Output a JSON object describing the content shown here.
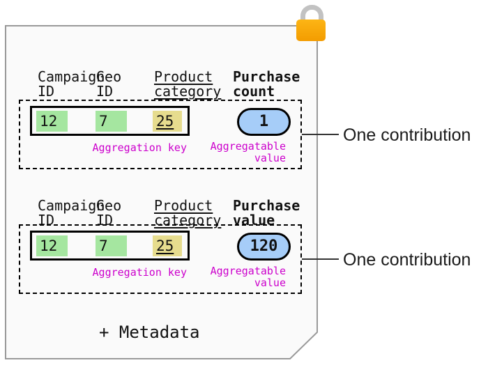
{
  "colors": {
    "key_green": "#a5e6a0",
    "key_yellow": "#e6dc8e",
    "value_blue": "#a6cdf8",
    "label_magenta": "#cc00cc",
    "lock_orange_top": "#fdb515",
    "lock_orange_bottom": "#f39c00",
    "lock_shackle_gray": "#c2c2c2",
    "card_bg": "#fafafa",
    "card_border": "#999999"
  },
  "sections": [
    {
      "column_headers": {
        "campaign": "Campaign\nID",
        "geo": "Geo\nID",
        "product": "Product\ncategory",
        "metric": "Purchase\ncount"
      },
      "key_cells": [
        {
          "value": "12"
        },
        {
          "value": "7"
        },
        {
          "value": "25"
        }
      ],
      "aggregation_key_label": "Aggregation key",
      "aggregatable_value_label": "Aggregatable\nvalue",
      "aggregatable_value": "1",
      "annotation": "One contribution"
    },
    {
      "column_headers": {
        "campaign": "Campaign\nID",
        "geo": "Geo\nID",
        "product": "Product\ncategory",
        "metric": "Purchase\nvalue"
      },
      "key_cells": [
        {
          "value": "12"
        },
        {
          "value": "7"
        },
        {
          "value": "25"
        }
      ],
      "aggregation_key_label": "Aggregation key",
      "aggregatable_value_label": "Aggregatable\nvalue",
      "aggregatable_value": "120",
      "annotation": "One contribution"
    }
  ],
  "footer": "+ Metadata"
}
